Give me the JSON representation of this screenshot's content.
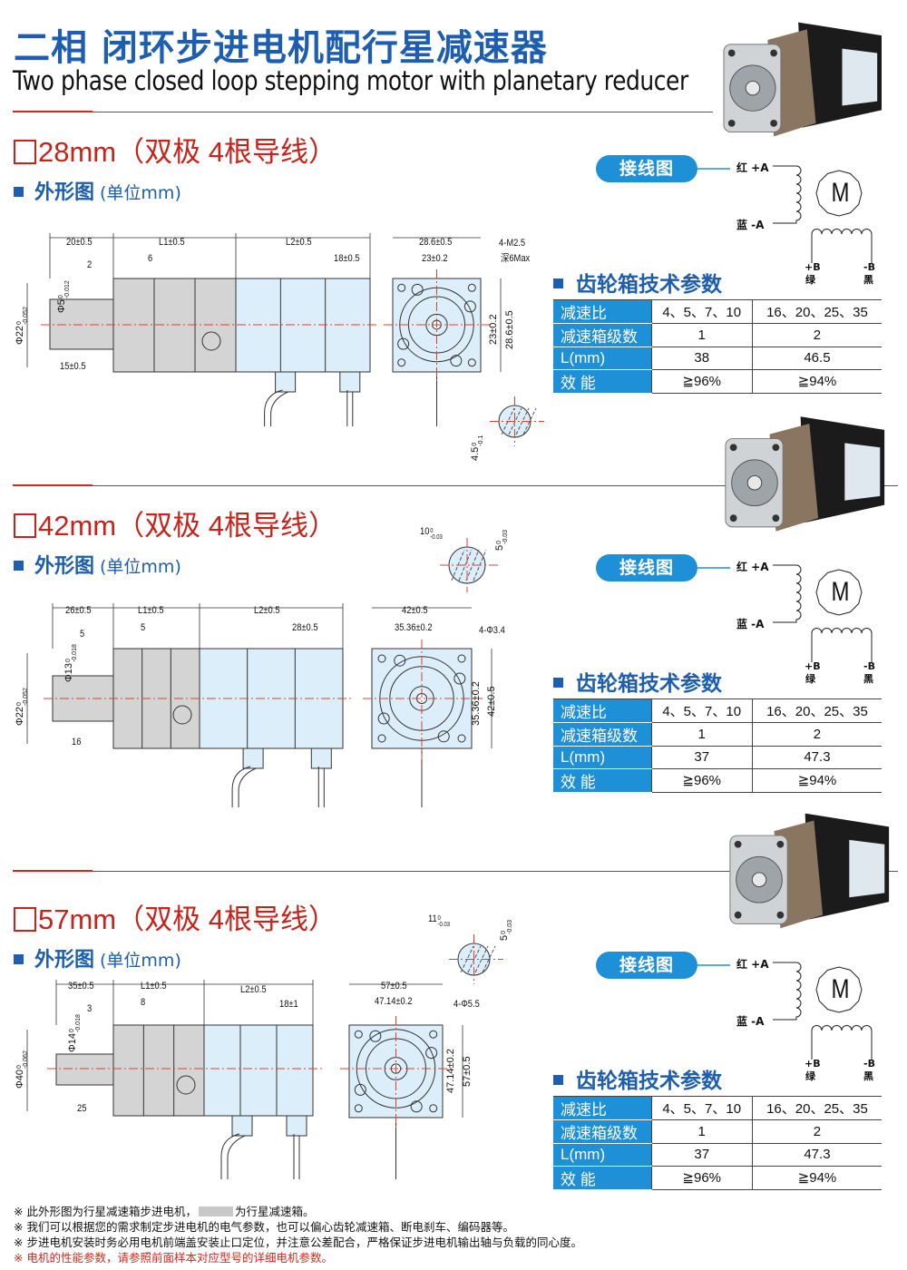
{
  "header": {
    "title": "二相 闭环步进电机配行星减速器",
    "subtitle": "Two phase closed loop stepping motor with planetary reducer"
  },
  "colors": {
    "brand_blue": "#1d5eb0",
    "accent_red": "#c8231b",
    "table_blue": "#1e90d8",
    "motor_blue": "#dceefa",
    "gearbox_gray": "#d4d4d4"
  },
  "sections": [
    {
      "title": "28mm（双极 4根导线）",
      "outline_label": "外形图",
      "unit_label": "(单位mm)",
      "dims": [
        {
          "t": "20±0.5"
        },
        {
          "t": "L1±0.5"
        },
        {
          "t": "L2±0.5"
        },
        {
          "t": "18±0.5"
        },
        {
          "t": "2"
        },
        {
          "t": "6"
        },
        {
          "t": "Φ5",
          "tol": [
            "0",
            "-0.012"
          ]
        },
        {
          "t": "Φ22",
          "tol": [
            "0",
            "-0.052"
          ]
        },
        {
          "t": "15±0.5"
        },
        {
          "t": "28.6±0.5"
        },
        {
          "t": "23±0.2"
        },
        {
          "t": "4-M2.5"
        },
        {
          "t": "深6Max"
        },
        {
          "t": "23±0.2"
        },
        {
          "t": "28.6±0.5"
        },
        {
          "t": "4.5",
          "tol": [
            "0",
            "-0.1"
          ]
        }
      ],
      "wiring": {
        "title": "接线图",
        "a_plus": "红  +A",
        "a_minus": "蓝  -A",
        "motor": "M",
        "b_plus": "+B",
        "b_plus_color": "绿",
        "b_minus": "-B",
        "b_minus_color": "黑"
      },
      "table": {
        "title": "齿轮箱技术参数",
        "rows": [
          {
            "label": "减速比",
            "c1": "4、5、7、10",
            "c2": "16、20、25、35"
          },
          {
            "label": "减速箱级数",
            "c1": "1",
            "c2": "2"
          },
          {
            "label": "L(mm)",
            "c1": "38",
            "c2": "46.5"
          },
          {
            "label": "效 能",
            "c1": "≧96%",
            "c2": "≧94%"
          }
        ]
      }
    },
    {
      "title": "42mm（双极 4根导线）",
      "outline_label": "外形图",
      "unit_label": "(单位mm)",
      "dims": [
        {
          "t": "26±0.5"
        },
        {
          "t": "L1±0.5"
        },
        {
          "t": "L2±0.5"
        },
        {
          "t": "28±0.5"
        },
        {
          "t": "5"
        },
        {
          "t": "5"
        },
        {
          "t": "Φ13",
          "tol": [
            "0",
            "-0.018"
          ]
        },
        {
          "t": "Φ22",
          "tol": [
            "0",
            "-0.052"
          ]
        },
        {
          "t": "16"
        },
        {
          "t": "42±0.5"
        },
        {
          "t": "35.36±0.2"
        },
        {
          "t": "4-Φ3.4"
        },
        {
          "t": "35.36±0.2"
        },
        {
          "t": "42±0.5"
        },
        {
          "t": "10",
          "tol": [
            "0",
            "-0.03"
          ]
        },
        {
          "t": "5",
          "tol": [
            "0",
            "-0.03"
          ]
        }
      ],
      "wiring": {
        "title": "接线图",
        "a_plus": "红  +A",
        "a_minus": "蓝  -A",
        "motor": "M",
        "b_plus": "+B",
        "b_plus_color": "绿",
        "b_minus": "-B",
        "b_minus_color": "黑"
      },
      "table": {
        "title": "齿轮箱技术参数",
        "rows": [
          {
            "label": "减速比",
            "c1": "4、5、7、10",
            "c2": "16、20、25、35"
          },
          {
            "label": "减速箱级数",
            "c1": "1",
            "c2": "2"
          },
          {
            "label": "L(mm)",
            "c1": "37",
            "c2": "47.3"
          },
          {
            "label": "效 能",
            "c1": "≧96%",
            "c2": "≧94%"
          }
        ]
      }
    },
    {
      "title": "57mm（双极 4根导线）",
      "outline_label": "外形图",
      "unit_label": "(单位mm)",
      "dims": [
        {
          "t": "35±0.5"
        },
        {
          "t": "L1±0.5"
        },
        {
          "t": "L2±0.5"
        },
        {
          "t": "18±1"
        },
        {
          "t": "3"
        },
        {
          "t": "8"
        },
        {
          "t": "Φ14",
          "tol": [
            "0",
            "-0.018"
          ]
        },
        {
          "t": "Φ40",
          "tol": [
            "0",
            "-0.062"
          ]
        },
        {
          "t": "25"
        },
        {
          "t": "57±0.5"
        },
        {
          "t": "47.14±0.2"
        },
        {
          "t": "4-Φ5.5"
        },
        {
          "t": "47.14±0.2"
        },
        {
          "t": "57±0.5"
        },
        {
          "t": "11",
          "tol": [
            "0",
            "-0.03"
          ]
        },
        {
          "t": "5",
          "tol": [
            "0",
            "-0.03"
          ]
        }
      ],
      "wiring": {
        "title": "接线图",
        "a_plus": "红  +A",
        "a_minus": "蓝  -A",
        "motor": "M",
        "b_plus": "+B",
        "b_plus_color": "绿",
        "b_minus": "-B",
        "b_minus_color": "黑"
      },
      "table": {
        "title": "齿轮箱技术参数",
        "rows": [
          {
            "label": "减速比",
            "c1": "4、5、7、10",
            "c2": "16、20、25、35"
          },
          {
            "label": "减速箱级数",
            "c1": "1",
            "c2": "2"
          },
          {
            "label": "L(mm)",
            "c1": "37",
            "c2": "47.3"
          },
          {
            "label": "效 能",
            "c1": "≧96%",
            "c2": "≧94%"
          }
        ]
      }
    }
  ],
  "notes": {
    "n1_a": "※ 此外形图为行星减速箱步进电机，",
    "n1_b": "为行星减速箱。",
    "n2": "※ 我们可以根据您的需求制定步进电机的电气参数，也可以偏心齿轮减速箱、断电刹车、编码器等。",
    "n3": "※ 步进电机安装时务必用电机前端盖安装止口定位，并注意公差配合，严格保证步进电机输出轴与负载的同心度。",
    "n4": "※ 电机的性能参数，请参照前面样本对应型号的详细电机参数。"
  }
}
